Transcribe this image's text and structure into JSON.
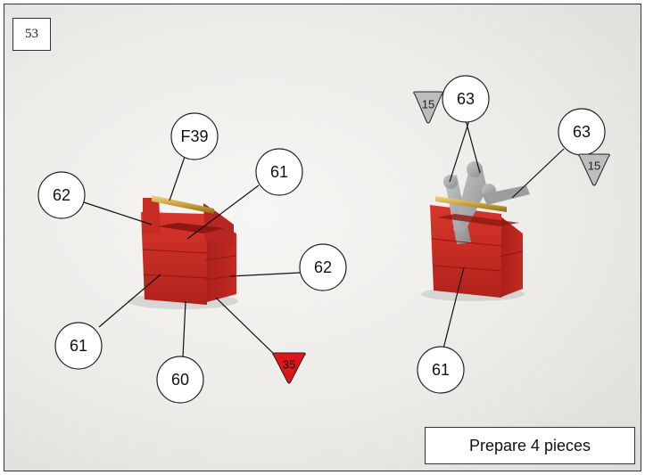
{
  "step_number": "53",
  "note": "Prepare 4 pieces",
  "callouts": {
    "left_f39": "F39",
    "left_62_top": "62",
    "left_61_top": "61",
    "left_62_right": "62",
    "left_61_bottom": "61",
    "left_60": "60",
    "right_63_top": "63",
    "right_63_right": "63",
    "right_61": "61"
  },
  "paint_markers": {
    "red_35": "35",
    "grey_15_left": "15",
    "grey_15_right": "15"
  },
  "colors": {
    "toolbox_red": "#cc2a22",
    "brass_handle": "#d8b24a",
    "metal_tools": "#a9aaaa",
    "marker_red": "#e0151b",
    "marker_grey": "#bdbdbd"
  }
}
